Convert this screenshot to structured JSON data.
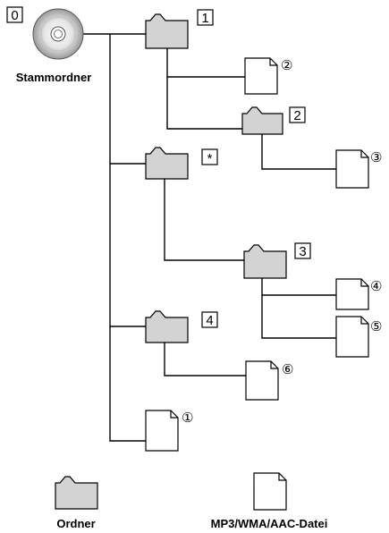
{
  "root": {
    "number": "0",
    "label": "Stammordner"
  },
  "folders": [
    {
      "id": "folder-1",
      "number": "1"
    },
    {
      "id": "folder-2",
      "number": "2"
    },
    {
      "id": "folder-star",
      "number": "*"
    },
    {
      "id": "folder-3",
      "number": "3"
    },
    {
      "id": "folder-4",
      "number": "4"
    }
  ],
  "files": [
    {
      "id": "file-2",
      "number": "②"
    },
    {
      "id": "file-3",
      "number": "③"
    },
    {
      "id": "file-4",
      "number": "④"
    },
    {
      "id": "file-5",
      "number": "⑤"
    },
    {
      "id": "file-6",
      "number": "⑥"
    },
    {
      "id": "file-1",
      "number": "①"
    }
  ],
  "legend": {
    "folder_label": "Ordner",
    "file_label": "MP3/WMA/AAC-Datei"
  },
  "colors": {
    "folder_fill": "#d3d3d3",
    "line": "#000000",
    "file_fill": "#ffffff"
  }
}
